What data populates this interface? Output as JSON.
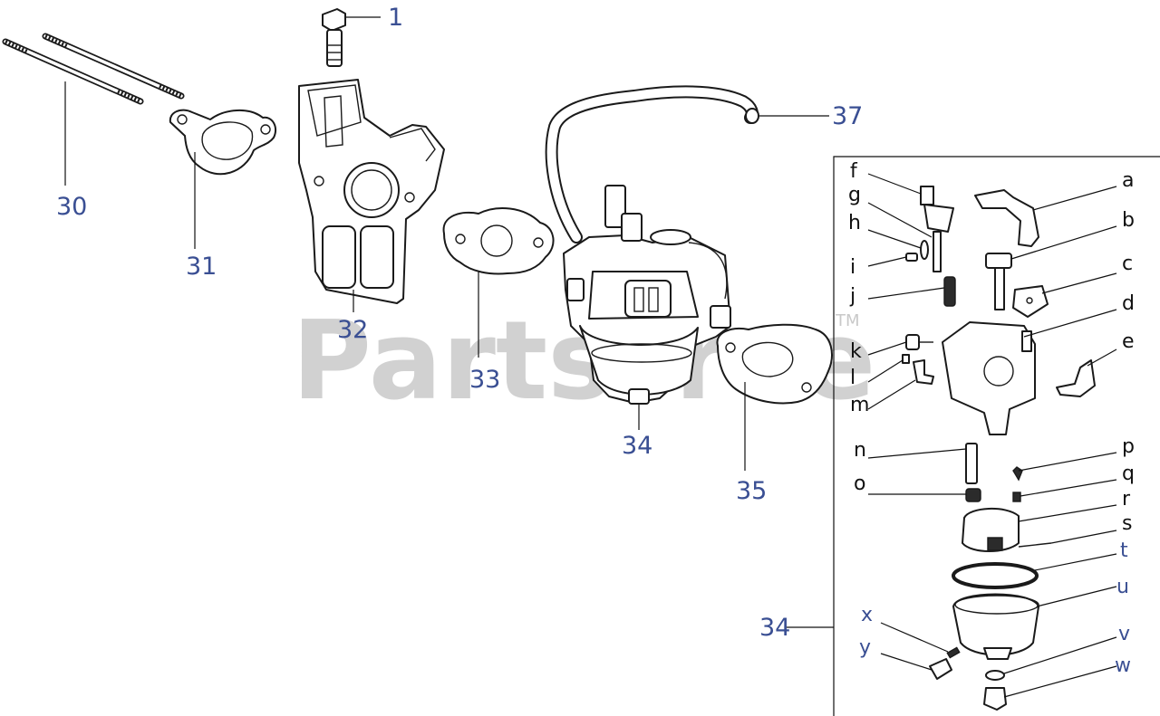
{
  "watermark": {
    "text": "PartsTree",
    "tm": "TM"
  },
  "callouts": {
    "c1": "1",
    "c30": "30",
    "c31": "31",
    "c32": "32",
    "c33": "33",
    "c34": "34",
    "c35": "35",
    "c37": "37",
    "c34b": "34"
  },
  "letters": {
    "a": "a",
    "b": "b",
    "c": "c",
    "d": "d",
    "e": "e",
    "f": "f",
    "g": "g",
    "h": "h",
    "i": "i",
    "j": "j",
    "k": "k",
    "l": "l",
    "m": "m",
    "n": "n",
    "o": "o",
    "p": "p",
    "q": "q",
    "r": "r",
    "s": "s",
    "t": "t",
    "u": "u",
    "v": "v",
    "w": "w",
    "x": "x",
    "y": "y"
  }
}
